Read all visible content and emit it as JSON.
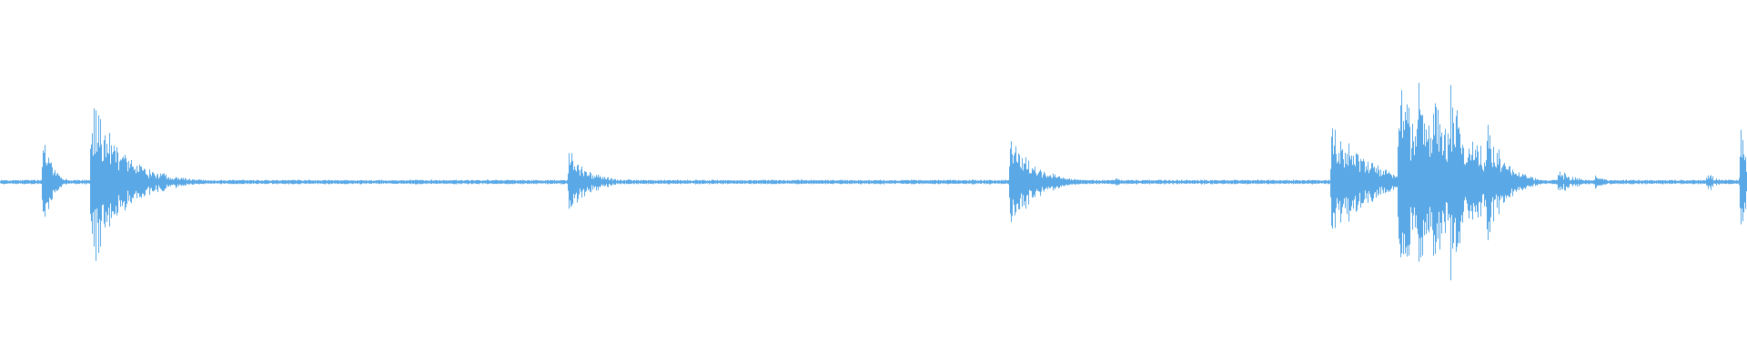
{
  "waveform": {
    "color": "#5aa9e6",
    "background": "#ffffff",
    "baseline_level": 0.012,
    "peak_scale": 1.0,
    "events": [
      {
        "t": 0.0245,
        "amp": 0.4,
        "decay": 0.004,
        "density": 1.0
      },
      {
        "t": 0.052,
        "amp": 0.45,
        "decay": 0.018,
        "density": 1.0
      },
      {
        "t": 0.3255,
        "amp": 0.17,
        "decay": 0.012,
        "density": 1.0
      },
      {
        "t": 0.4835,
        "amp": 0.02,
        "decay": 0.003,
        "density": 0.6
      },
      {
        "t": 0.566,
        "amp": 0.02,
        "decay": 0.003,
        "density": 0.6
      },
      {
        "t": 0.578,
        "amp": 0.25,
        "decay": 0.014,
        "density": 1.0
      },
      {
        "t": 0.6345,
        "amp": 0.03,
        "decay": 0.01,
        "density": 0.7
      },
      {
        "t": 0.69,
        "amp": 0.01,
        "decay": 0.003,
        "density": 0.5
      },
      {
        "t": 0.762,
        "amp": 0.32,
        "decay": 0.02,
        "density": 1.0
      },
      {
        "t": 0.8005,
        "amp": 0.62,
        "decay": 0.012,
        "density": 1.0
      },
      {
        "t": 0.811,
        "amp": 0.57,
        "decay": 0.012,
        "density": 1.0
      },
      {
        "t": 0.82,
        "amp": 0.6,
        "decay": 0.01,
        "density": 1.0
      },
      {
        "t": 0.83,
        "amp": 0.55,
        "decay": 0.01,
        "density": 1.0
      },
      {
        "t": 0.842,
        "amp": 0.3,
        "decay": 0.01,
        "density": 1.0
      },
      {
        "t": 0.851,
        "amp": 0.33,
        "decay": 0.01,
        "density": 1.0
      },
      {
        "t": 0.862,
        "amp": 0.08,
        "decay": 0.01,
        "density": 0.9
      },
      {
        "t": 0.892,
        "amp": 0.07,
        "decay": 0.01,
        "density": 0.9
      },
      {
        "t": 0.913,
        "amp": 0.04,
        "decay": 0.008,
        "density": 0.8
      },
      {
        "t": 0.977,
        "amp": 0.06,
        "decay": 0.006,
        "density": 0.9
      },
      {
        "t": 0.996,
        "amp": 0.3,
        "decay": 0.004,
        "density": 1.0
      }
    ]
  }
}
